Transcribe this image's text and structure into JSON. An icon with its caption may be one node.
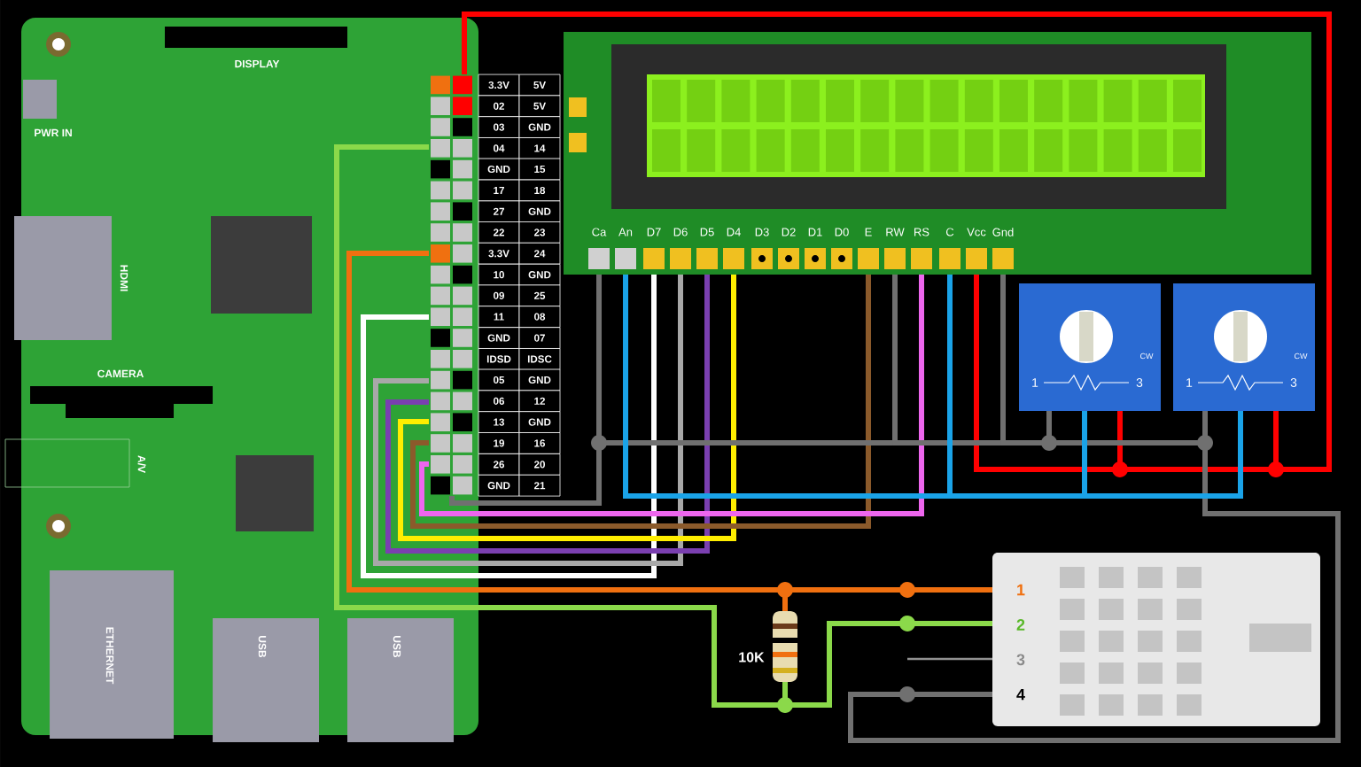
{
  "diagram": {
    "nodes": [
      {
        "text": [],
        "shape": "box"
      },
      {
        "text": [],
        "shape": "box",
        "in": 0
      },
      {
        "text": [
          "Ca",
          "An",
          "D7",
          "D6",
          "D5",
          "D4",
          "D3",
          "D2",
          "D1",
          "D0",
          "E",
          "RW",
          "RS",
          "C",
          "Vcc",
          "Gnd"
        ]
      },
      {
        "text": [
          "CW",
          "1",
          "3"
        ]
      },
      {
        "text": [
          "CW",
          "1",
          "3"
        ]
      },
      {
        "text": [
          "1",
          "2",
          "3",
          "4"
        ]
      },
      {
        "text": [],
        "shape": "picture",
        "beside": [
          "10K"
        ]
      }
    ],
    "edges": [
      {
        "from": 1,
        "to": 2,
        "arrow": "none",
        "color": "#ffffff"
      },
      {
        "from": 1,
        "to": 2,
        "arrow": "none",
        "color": "#a8a8a8"
      },
      {
        "from": 1,
        "to": 2,
        "arrow": "none",
        "color": "#7a3fb0"
      },
      {
        "from": 1,
        "to": 2,
        "arrow": "none",
        "color": "#ffee00"
      },
      {
        "from": 1,
        "to": 2,
        "arrow": "none",
        "color": "#8b5a2b"
      },
      {
        "from": 1,
        "to": 2,
        "arrow": "none",
        "color": "#ee66ee"
      },
      {
        "from": 1,
        "to": 2,
        "arrow": "none",
        "color": "#707070"
      },
      {
        "from": 1,
        "to": 4,
        "arrow": "none",
        "color": "#ff0000"
      },
      {
        "from": 2,
        "to": 3,
        "arrow": "none",
        "color": "#ff0000"
      },
      {
        "from": 3,
        "to": 4,
        "arrow": "none",
        "color": "#ff0000"
      },
      {
        "from": 2,
        "to": 3,
        "arrow": "none",
        "color": "#707070"
      },
      {
        "from": 2,
        "to": 3,
        "arrow": "none",
        "color": "#707070"
      },
      {
        "from": 2,
        "to": 4,
        "arrow": "none",
        "color": "#707070"
      },
      {
        "from": 4,
        "to": 5,
        "arrow": "none",
        "color": "#707070"
      },
      {
        "from": 2,
        "to": 3,
        "arrow": "none",
        "color": "#1aa3e8"
      },
      {
        "from": 2,
        "to": 4,
        "arrow": "none",
        "color": "#1aa3e8"
      },
      {
        "from": 1,
        "to": 5,
        "arrow": "none",
        "color": "#f07010"
      },
      {
        "from": 6,
        "to": 5,
        "arrow": "none",
        "color": "#f07010"
      },
      {
        "from": 1,
        "to": 6,
        "arrow": "none",
        "color": "#8bd94a"
      },
      {
        "from": 6,
        "to": 5,
        "arrow": "none",
        "color": "#8bd94a"
      }
    ],
    "labels": [
      "DISPLAY",
      "PWR IN",
      "HDMI",
      "CAMERA",
      "A/V",
      "ETHERNET",
      "USB",
      "USB",
      "3.3V",
      "5V",
      "02",
      "5V",
      "03",
      "GND",
      "04",
      "14",
      "GND",
      "15",
      "17",
      "18",
      "27",
      "GND",
      "22",
      "23",
      "3.3V",
      "24",
      "10",
      "GND",
      "09",
      "25",
      "11",
      "08",
      "GND",
      "07",
      "IDSD",
      "IDSC",
      "05",
      "GND",
      "06",
      "12",
      "13",
      "GND",
      "19",
      "16",
      "26",
      "20",
      "GND",
      "21"
    ]
  }
}
